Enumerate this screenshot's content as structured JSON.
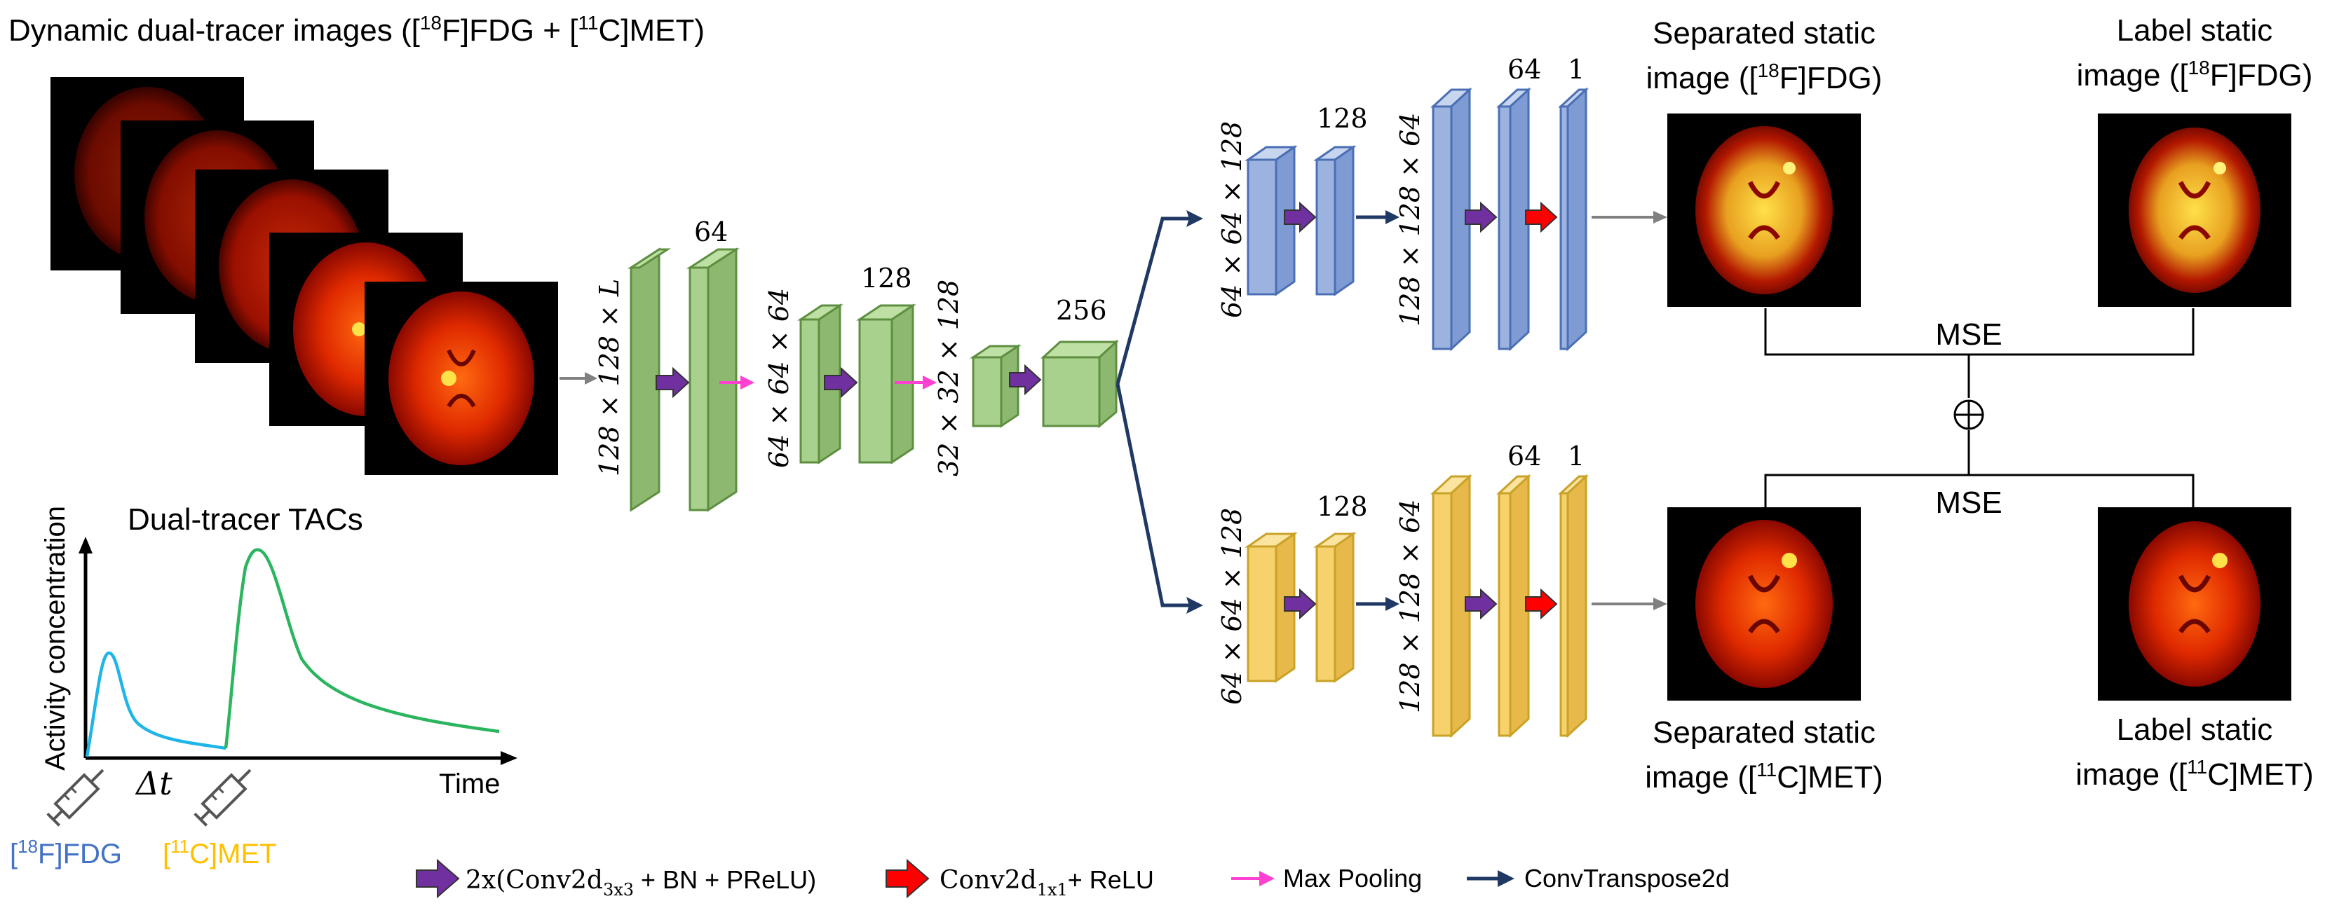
{
  "title": {
    "prefix": "Dynamic dual-tracer images ([",
    "sup1": "18",
    "mid": "F]FDG + [",
    "sup2": "11",
    "suffix": "C]MET)"
  },
  "tac": {
    "title": "Dual-tracer TACs",
    "ylabel": "Activity concentration",
    "xlabel": "Time",
    "delta": "Δt",
    "fdg": {
      "pre": "[",
      "sup": "18",
      "post": "F]FDG"
    },
    "met": {
      "pre": "[",
      "sup": "11",
      "post": "C]MET"
    }
  },
  "encoder": {
    "dim1": "128 × 128 × L",
    "ch1": "64",
    "dim2": "64 × 64 × 64",
    "ch2": "128",
    "dim3": "32 × 32 × 128",
    "ch3": "256"
  },
  "decoder_fdg": {
    "dim1": "64 × 64 × 128",
    "ch1": "128",
    "dim2": "128 × 128 × 64",
    "ch2": "64",
    "ch3": "1"
  },
  "decoder_met": {
    "dim1": "64 × 64 × 128",
    "ch1": "128",
    "dim2": "128 × 128 × 64",
    "ch2": "64",
    "ch3": "1"
  },
  "outputs": {
    "sep_fdg": {
      "line1": "Separated static",
      "pre": "image ([",
      "sup": "18",
      "post": "F]FDG)"
    },
    "label_fdg": {
      "line1": "Label static",
      "pre": "image ([",
      "sup": "18",
      "post": "F]FDG)"
    },
    "sep_met": {
      "line1": "Separated static",
      "pre": "image ([",
      "sup": "11",
      "post": "C]MET)"
    },
    "label_met": {
      "line1": "Label static",
      "pre": "image ([",
      "sup": "11",
      "post": "C]MET)"
    }
  },
  "loss": {
    "mse_top": "MSE",
    "mse_bottom": "MSE",
    "combine": "⊕"
  },
  "legend": {
    "conv": {
      "pre": "2x(Conv2d",
      "sub": "3x3",
      "post": " + BN + PReLU)"
    },
    "conv1x1": {
      "pre": "Conv2d",
      "sub": "1x1",
      "post": "+ ReLU"
    },
    "pool": "Max Pooling",
    "transpose": "ConvTranspose2d"
  },
  "colors": {
    "green_face": "#a9d18e",
    "green_edge": "#70a050",
    "blue_face": "#9db3df",
    "blue_edge": "#4a6fb5",
    "yellow_face": "#f7d16b",
    "yellow_edge": "#c9a227",
    "purple_arrow": "#7030a0",
    "red_arrow": "#ff0000",
    "pool_arrow": "#ff40d0",
    "transpose_arrow": "#1f3864",
    "fdg_text": "#4472c4",
    "met_text": "#ffc000",
    "fdg_curve": "#1fb5e8",
    "met_curve": "#2ab55e"
  }
}
